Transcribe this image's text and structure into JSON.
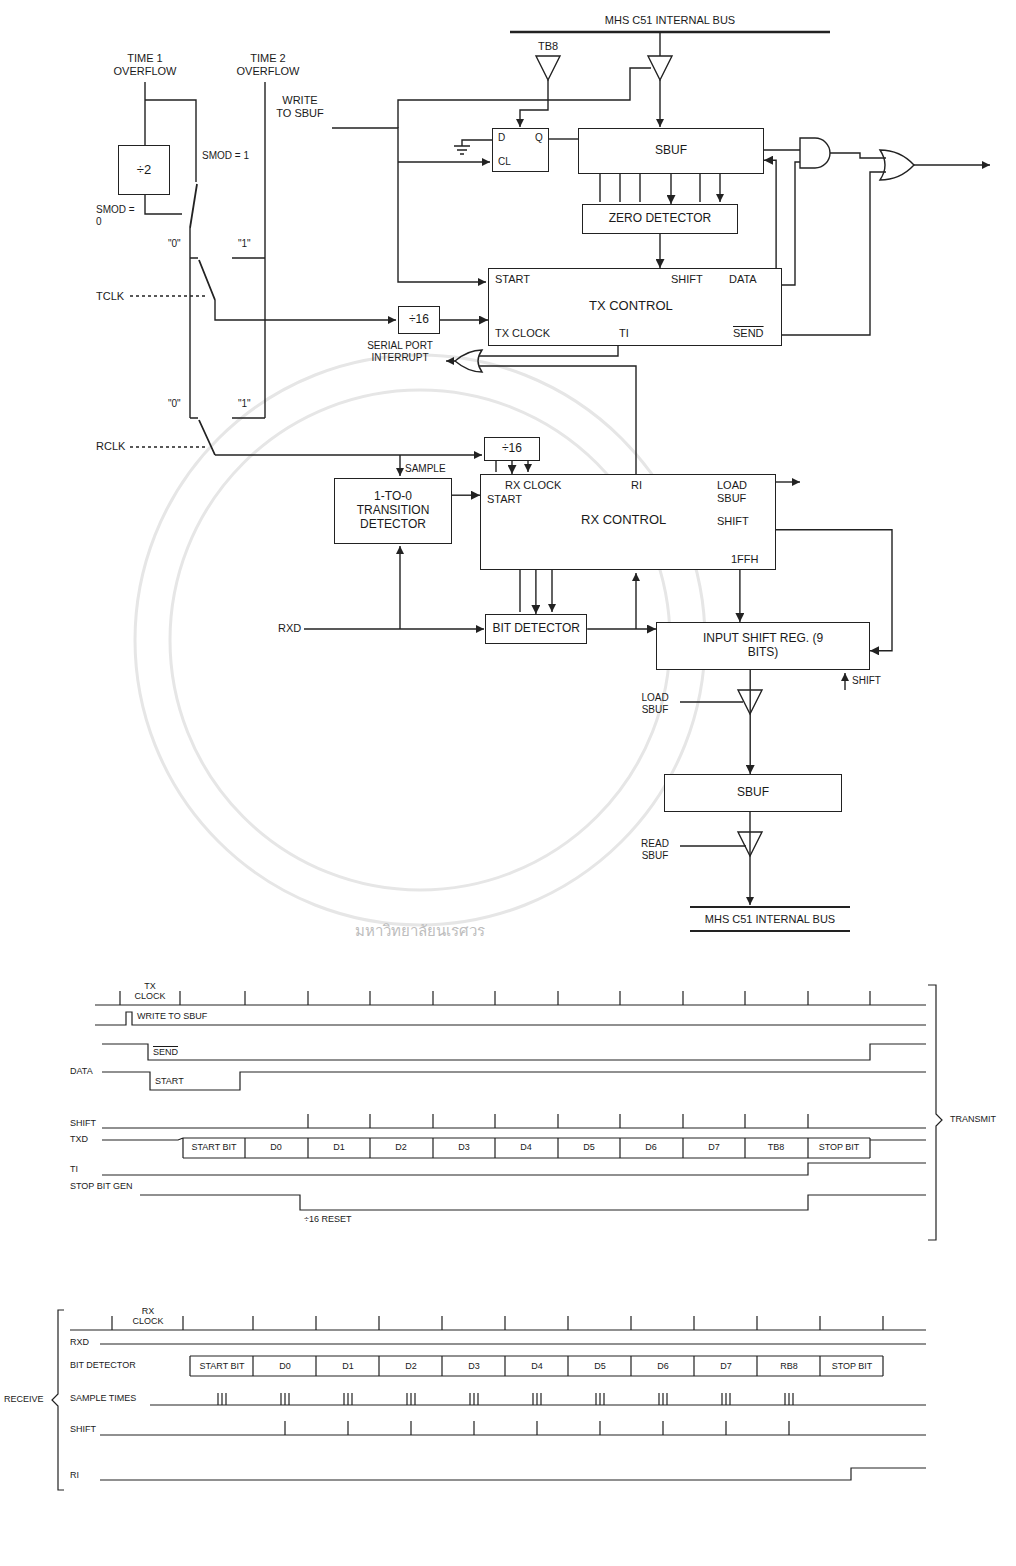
{
  "diagram": {
    "nodes": [
      {
        "text": [
          "÷2"
        ]
      },
      {
        "text": [
          "D",
          "Q",
          "CL"
        ]
      },
      {
        "text": [
          "SBUF"
        ]
      },
      {
        "text": [
          "ZERO DETECTOR"
        ]
      },
      {
        "text": [
          "START",
          "SHIFT",
          "DATA",
          "TX CONTROL",
          "TX CLOCK",
          "TI",
          "SEND"
        ]
      },
      {
        "text": [
          "÷16"
        ]
      },
      {
        "text": [
          "÷16"
        ]
      },
      {
        "text": [
          "1-TO-0 TRANSITION DETECTOR"
        ]
      },
      {
        "text": [
          "RX CLOCK",
          "RI",
          "START",
          "RX CONTROL",
          "LOAD SBUF",
          "SHIFT",
          "1FFH"
        ]
      },
      {
        "text": [
          "BIT DETECTOR"
        ]
      },
      {
        "text": [
          "INPUT SHIFT REG. (9 BITS)"
        ]
      },
      {
        "text": [
          "SBUF"
        ]
      }
    ],
    "edges": [
      {
        "from": 5,
        "to": 4,
        "arrow": "to"
      },
      {
        "from": 2,
        "to": 3,
        "arrow": "to"
      },
      {
        "from": 3,
        "to": 4,
        "arrow": "to"
      },
      {
        "from": 4,
        "to": 2,
        "arrow": "to"
      },
      {
        "from": 1,
        "to": 2,
        "arrow": "none"
      },
      {
        "from": 6,
        "to": 8,
        "arrow": "to"
      },
      {
        "from": 7,
        "to": 8,
        "arrow": "to"
      },
      {
        "from": 8,
        "to": 9,
        "arrow": "to"
      },
      {
        "from": 9,
        "to": 10,
        "arrow": "to"
      },
      {
        "from": 8,
        "to": 10,
        "arrow": "to"
      },
      {
        "from": 10,
        "to": 11,
        "arrow": "to"
      },
      {
        "from": 8,
        "to": 10,
        "arrow": "to"
      }
    ],
    "labels": [
      "MHS C51 INTERNAL BUS",
      "TB8",
      "TIME 1 OVERFLOW",
      "TIME 2 OVERFLOW",
      "WRITE TO SBUF",
      "SMOD = 1",
      "SMOD = 0",
      "\"0\"",
      "\"1\"",
      "TCLK",
      "\"0\"",
      "\"1\"",
      "RCLK",
      "SERIAL PORT INTERRUPT",
      "SAMPLE",
      "RXD",
      "LOAD SBUF",
      "SHIFT",
      "READ SBUF",
      "MHS C51 INTERNAL BUS",
      "มหาวิทยาลัยนเรศวร",
      "TX CLOCK",
      "WRITE TO SBUF",
      "SEND",
      "DATA",
      "START",
      "SHIFT",
      "TXD",
      "START BIT",
      "D0",
      "D1",
      "D2",
      "D3",
      "D4",
      "D5",
      "D6",
      "D7",
      "TB8",
      "STOP BIT",
      "TI",
      "STOP BIT GEN",
      "÷16 RESET",
      "TRANSMIT",
      "RX CLOCK",
      "RXD",
      "BIT DETECTOR",
      "START BIT",
      "D0",
      "D1",
      "D2",
      "D3",
      "D4",
      "D5",
      "D6",
      "D7",
      "RB8",
      "STOP BIT",
      "SAMPLE TIMES",
      "SHIFT",
      "RI",
      "RECEIVE"
    ]
  }
}
